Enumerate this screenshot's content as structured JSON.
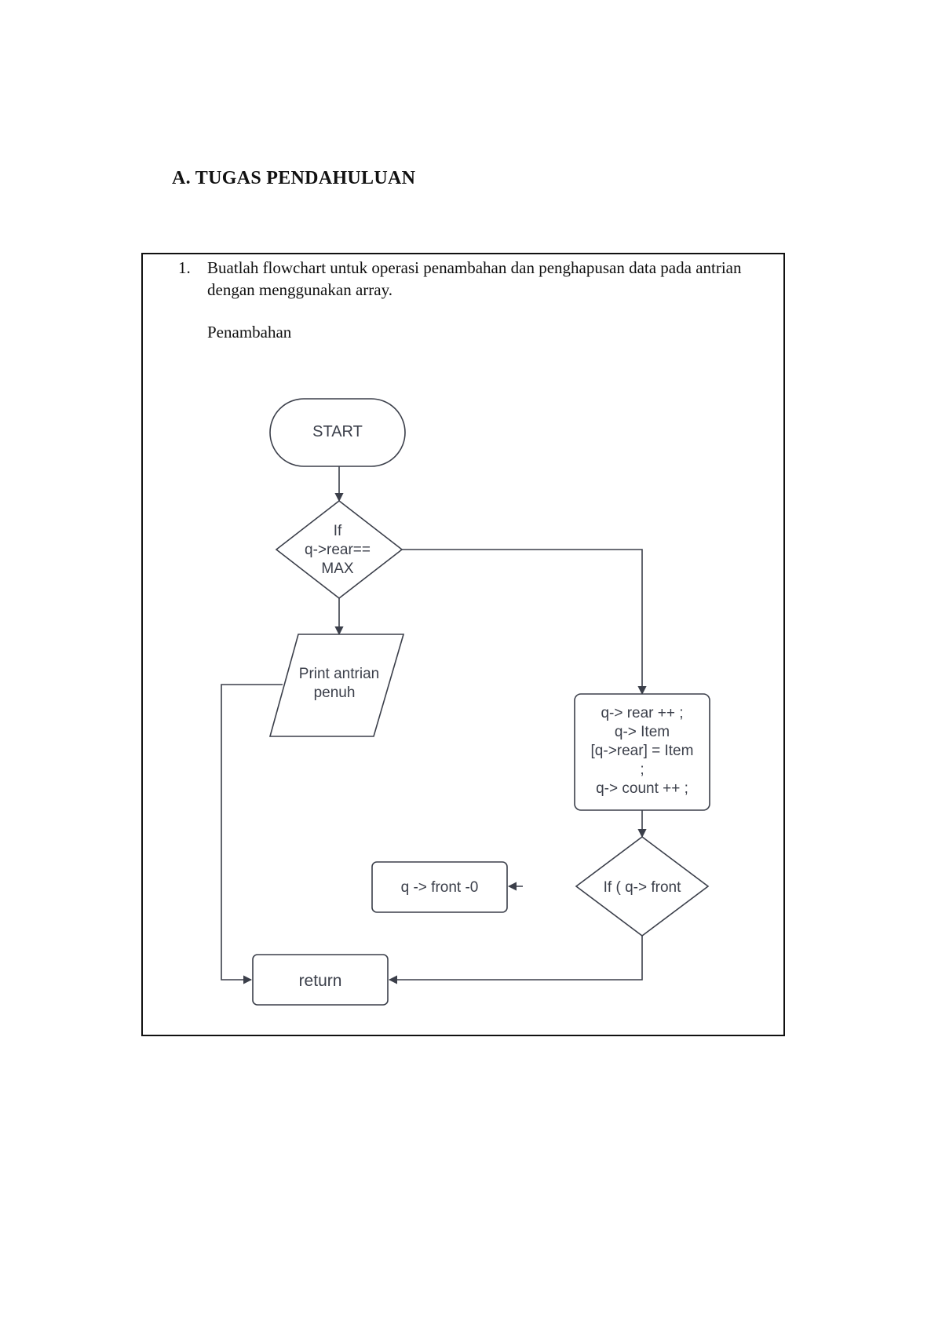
{
  "heading": "A. TUGAS PENDAHULUAN",
  "task": {
    "number": "1.",
    "text": "Buatlah flowchart untuk operasi penambahan dan penghapusan data pada antrian dengan menggunakan array.",
    "subsection": "Penambahan"
  },
  "flowchart": {
    "stroke_color": "#3b3f4a",
    "nodes": {
      "start": "START",
      "decision_max": [
        "If",
        "q->rear==",
        "MAX"
      ],
      "print_full": [
        "Print antrian",
        "penuh"
      ],
      "process_insert": [
        "q-> rear ++ ;",
        "q-> Item",
        "[q->rear] = Item",
        ";",
        "q-> count ++ ;"
      ],
      "decision_front": "If ( q-> front",
      "set_front": "q -> front -0",
      "return": "return"
    }
  }
}
